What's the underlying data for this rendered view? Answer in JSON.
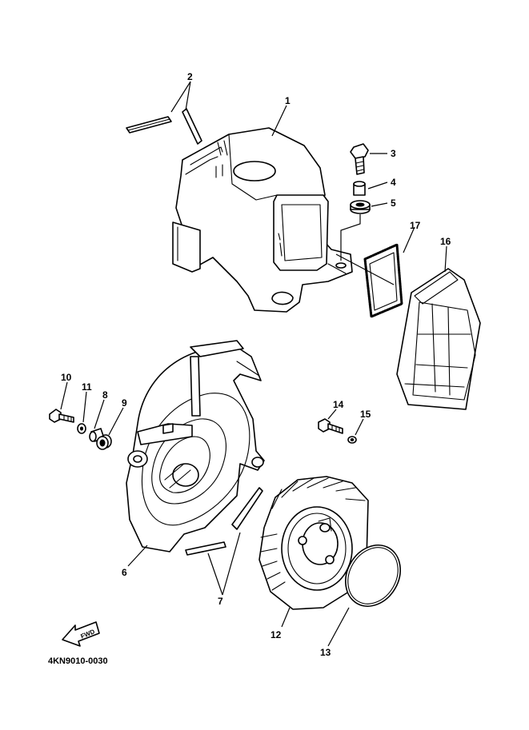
{
  "callouts": [
    "1",
    "2",
    "3",
    "4",
    "5",
    "6",
    "7",
    "8",
    "9",
    "10",
    "11",
    "12",
    "13",
    "14",
    "15",
    "16",
    "17"
  ],
  "direction_label": "FWD",
  "drawing_code": "4KN9010-0030"
}
